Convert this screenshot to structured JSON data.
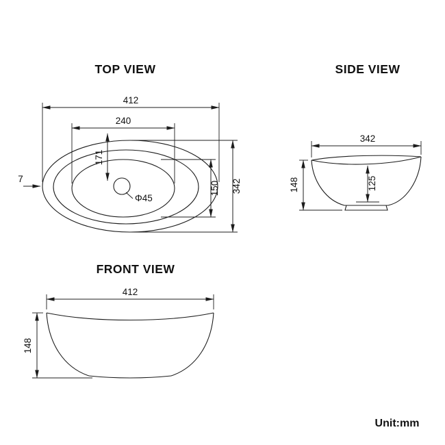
{
  "headings": {
    "top": "TOP VIEW",
    "side": "SIDE VIEW",
    "front": "FRONT VIEW"
  },
  "unit": "Unit:mm",
  "dimensions": {
    "top_view": {
      "overall_width": "412",
      "inner_width": "240",
      "center_offset": "171",
      "inner_height": "150",
      "overall_height": "342",
      "rim_thickness": "7",
      "drain_diameter": "Φ45"
    },
    "side_view": {
      "width": "342",
      "height": "148",
      "inner_depth": "125"
    },
    "front_view": {
      "width": "412",
      "height": "148"
    }
  }
}
